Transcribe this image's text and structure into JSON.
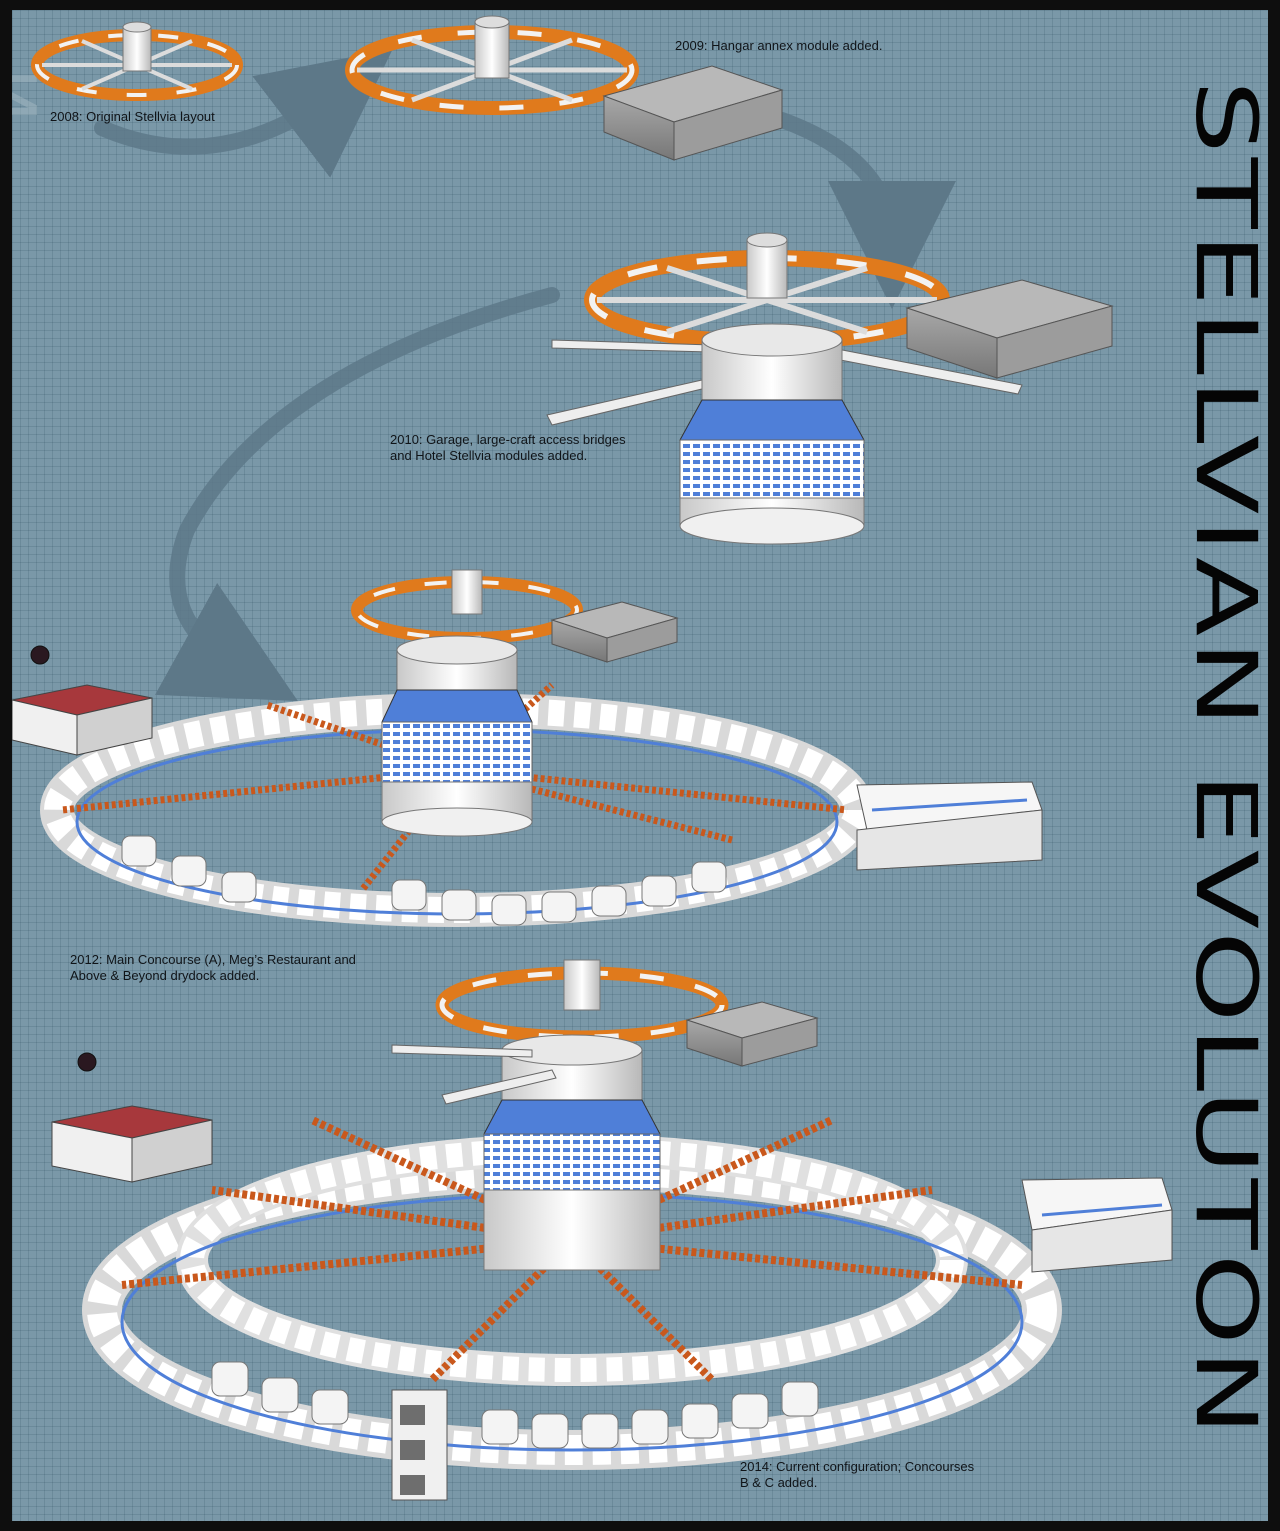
{
  "title": "STELLVIAN EVOLUTON",
  "stages": [
    {
      "caption_lines": [
        "2008: Original Stellvia layout"
      ]
    },
    {
      "caption_lines": [
        "2009: Hangar annex module added."
      ]
    },
    {
      "caption_lines": [
        "2010: Garage, large-craft access bridges",
        "and Hotel Stellvia modules added."
      ]
    },
    {
      "caption_lines": [
        "2012: Main Concourse (A), Meg’s Restaurant and",
        "Above & Beyond drydock added."
      ]
    },
    {
      "caption_lines": [
        "2014: Current configuration; Concourses",
        "B & C added."
      ]
    }
  ],
  "colors": {
    "background": "#7a98a8",
    "ring_orange": "#e07a1c",
    "window_blue": "#4f7fd8",
    "strut_orange": "#c9581c",
    "roof_red": "#a7383c",
    "hull_white": "#eeeeee",
    "hangar_gray": "#8c8c8c"
  }
}
